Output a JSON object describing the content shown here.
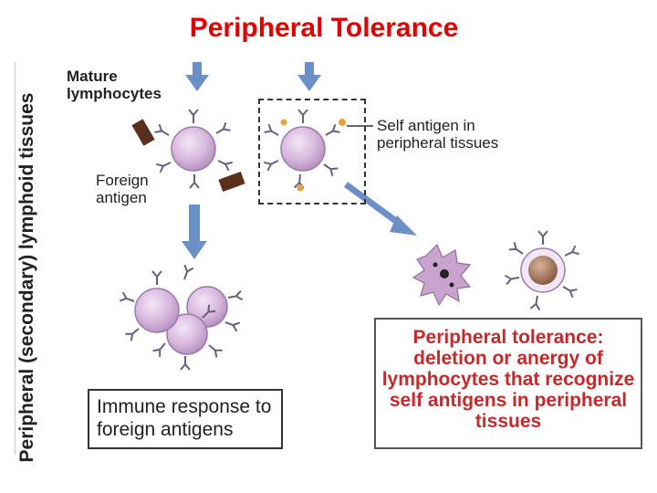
{
  "title": "Peripheral Tolerance",
  "figure": {
    "side_label": "Peripheral (secondary) lymphoid tissues",
    "mature_lymphocytes": "Mature lymphocytes",
    "foreign_antigen": "Foreign antigen",
    "self_antigen": "Self antigen in peripheral tissues",
    "immune_response": "Immune response to foreign antigens",
    "peripheral_tolerance": "Peripheral tolerance: deletion or anergy of lymphocytes that recognize self antigens in peripheral tissues"
  },
  "colors": {
    "title": "#e00000",
    "cell_fill": "#d8b9df",
    "receptor": "#6a5f7a",
    "arrow": "#6b8fc7",
    "foreign_antigen": "#5a2f1c",
    "self_antigen": "#e8a23a",
    "anergic_cell": "#9a6a52",
    "text_red": "#c42a2a"
  }
}
